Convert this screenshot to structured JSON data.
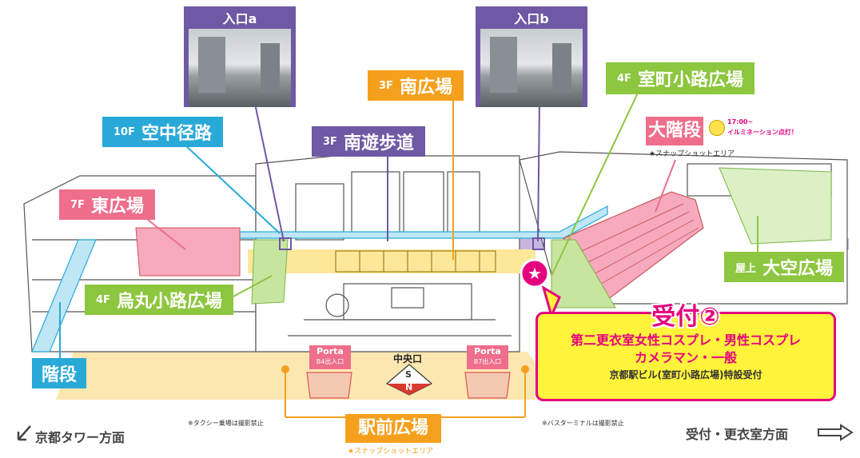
{
  "labels": {
    "entrance_a": "入口a",
    "entrance_b": "入口b",
    "south_plaza": {
      "floor": "3F",
      "name": "南広場"
    },
    "sky_corridor": {
      "floor": "10F",
      "name": "空中径路"
    },
    "south_walkway": {
      "floor": "3F",
      "name": "南遊歩道"
    },
    "muromachi_plaza": {
      "floor": "4F",
      "name": "室町小路広場"
    },
    "east_plaza": {
      "floor": "7F",
      "name": "東広場"
    },
    "karasuma_plaza": {
      "floor": "4F",
      "name": "烏丸小路広場"
    },
    "daikaidan": {
      "name": "大階段",
      "time": "17:00~",
      "illumination": "イルミネーション点灯！",
      "note": "★スナップショットエリア"
    },
    "rooftop": {
      "floor": "屋上",
      "name": "大空広場"
    },
    "stairs": "階段",
    "central_exit": "中央口",
    "porta_b4": {
      "name": "Porta",
      "sub": "B4出入口"
    },
    "porta_b7": {
      "name": "Porta",
      "sub": "B7出入口"
    },
    "ekimae_plaza": {
      "name": "駅前広場",
      "note": "★スナップショットエリア"
    },
    "taxi_note": "※タクシー乗場は撮影禁止",
    "bus_note": "※バスターミナルは撮影禁止",
    "to_kyoto_tower": "京都タワー方面",
    "to_reception": "受付・更衣室方面",
    "compass": {
      "s": "S",
      "n": "N"
    }
  },
  "reception": {
    "title": "受付②",
    "line1": "第二更衣室女性コスプレ・男性コスプレ",
    "line2": "カメラマン・一般",
    "line3": "京都駅ビル(室町小路広場)特設受付"
  },
  "colors": {
    "purple": "#6f58a4",
    "blue": "#29a9d8",
    "orange": "#f5a01c",
    "green": "#8dc63f",
    "pink": "#ee6e8b",
    "magenta": "#e5007e",
    "yellow_box": "#fff33b"
  }
}
